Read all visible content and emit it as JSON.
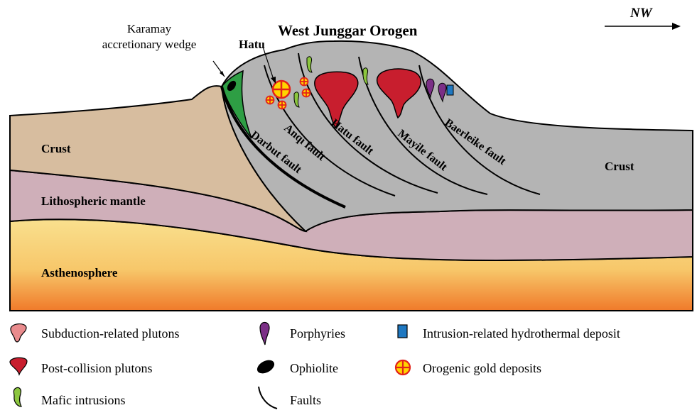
{
  "title": "West Junggar Orogen",
  "direction_label": "NW",
  "labels": {
    "karamay_line1": "Karamay",
    "karamay_line2": "accretionary wedge",
    "hatu": "Hatu",
    "crust_left": "Crust",
    "crust_right": "Crust",
    "lithospheric_mantle": "Lithospheric mantle",
    "asthenosphere": "Asthenosphere"
  },
  "faults": [
    "Darbut fault",
    "Anqi fault",
    "Hatu fault",
    "Mayile fault",
    "Baerleike fault"
  ],
  "legend": [
    {
      "symbol": "subduction-pluton",
      "label": "Subduction-related plutons"
    },
    {
      "symbol": "porphyry",
      "label": "Porphyries"
    },
    {
      "symbol": "hydrothermal",
      "label": "Intrusion-related hydrothermal deposit"
    },
    {
      "symbol": "post-collision-pluton",
      "label": "Post-collision plutons"
    },
    {
      "symbol": "ophiolite",
      "label": "Ophiolite"
    },
    {
      "symbol": "gold",
      "label": "Orogenic gold deposits"
    },
    {
      "symbol": "mafic",
      "label": "Mafic intrusions"
    },
    {
      "symbol": "fault",
      "label": "Faults"
    }
  ],
  "colors": {
    "crust_left": "#d7bd9f",
    "crust_right": "#b4b4b4",
    "mantle": "#cfafb9",
    "astheno_top": "#f9e08e",
    "astheno_bottom": "#f07a2a",
    "ophiolite_belt": "#2e9e44",
    "post_collision": "#c81e2e",
    "subduction": "#e98b8d",
    "porphyry": "#7b2f86",
    "hydrothermal": "#1f78c1",
    "gold_fill": "#ffd400",
    "gold_cross": "#e2231a",
    "mafic": "#8cc63f"
  }
}
